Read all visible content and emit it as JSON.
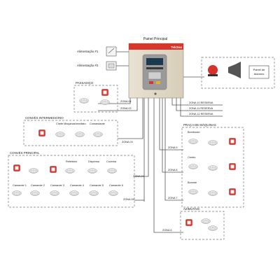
{
  "panel": {
    "title": "Painel Principal",
    "brand": "TekSea",
    "power1": "Alimentação #1",
    "power2": "Alimentação #2"
  },
  "alarm_panel_label": [
    "Painel de",
    "Alarmes"
  ],
  "zones": {
    "z1": "ZONA 01",
    "z2": "ZONA 02",
    "z3": "ZONA 03",
    "z4": "ZONA 04",
    "z5": "ZONA 05",
    "z6": "ZONA 6",
    "z7": "ZONA 7",
    "z8": "ZONA 8",
    "z9": "ZONA 9",
    "z10": "ZONA 10 RESERVA",
    "z11": "ZONA 11 RESERVA",
    "z12": "ZONA 12 RESERVA"
  },
  "groups": {
    "passadico": "PASSADIÇO",
    "conves_intermediario": "CONVÉS INTERMEDIÁRIO",
    "conves_principal": "CONVÉS PRINCIPAL",
    "praca_maquinas": "PRAÇA DE MÁQUINAS",
    "azimutais": "AZIMUTAIS"
  },
  "labels": {
    "chefe_maquinas": "Chefe Máquinas",
    "imediato": "Imediato",
    "comandante": "Comandante",
    "refeitorio": "Refeitório",
    "dispensa": "Dispensa",
    "cozinha": "Cozinha",
    "camarote1": "Camarote 1",
    "camarote2": "Camarote 2",
    "camarote3": "Camarote 3",
    "camarote4": "Camarote 4",
    "camarote5": "Camarote 5",
    "camarote6": "Camarote 6",
    "bombordo": "Bombordo",
    "centro": "Centro",
    "boreste": "Boreste"
  },
  "colors": {
    "panel_red": "#d8362b",
    "line": "#555555",
    "dashed": "#7a7a7a",
    "manual_station": "#e0302a"
  }
}
